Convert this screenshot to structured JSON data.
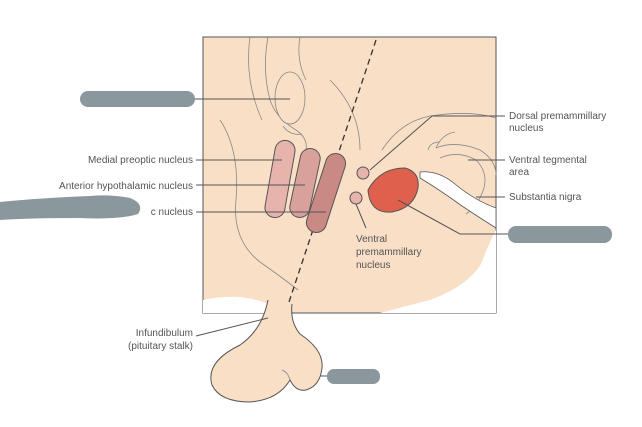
{
  "labels": {
    "medial_preoptic": "Medial preoptic nucleus",
    "anterior_hypothalamic": "Anterior hypothalamic nucleus",
    "partial_nucleus": "c nucleus",
    "dorsal_premammillary_1": "Dorsal premammillary",
    "dorsal_premammillary_2": "nucleus",
    "ventral_tegmental_1": "Ventral tegmental",
    "ventral_tegmental_2": "area",
    "substantia_nigra": "Substantia nigra",
    "ventral_premammillary_1": "Ventral",
    "ventral_premammillary_2": "premammillary",
    "ventral_premammillary_3": "nucleus",
    "infundibulum_1": "Infundibulum",
    "infundibulum_2": "(pituitary stalk)"
  },
  "colors": {
    "tissue": "#f9dfc6",
    "outline": "#555555",
    "nucleus_fill": "#d9a19b",
    "nucleus_dark": "#c96f68",
    "nucleus_light": "#e6b3ad",
    "mammillary_fill": "#e0604e",
    "redaction": "#8a979c"
  }
}
